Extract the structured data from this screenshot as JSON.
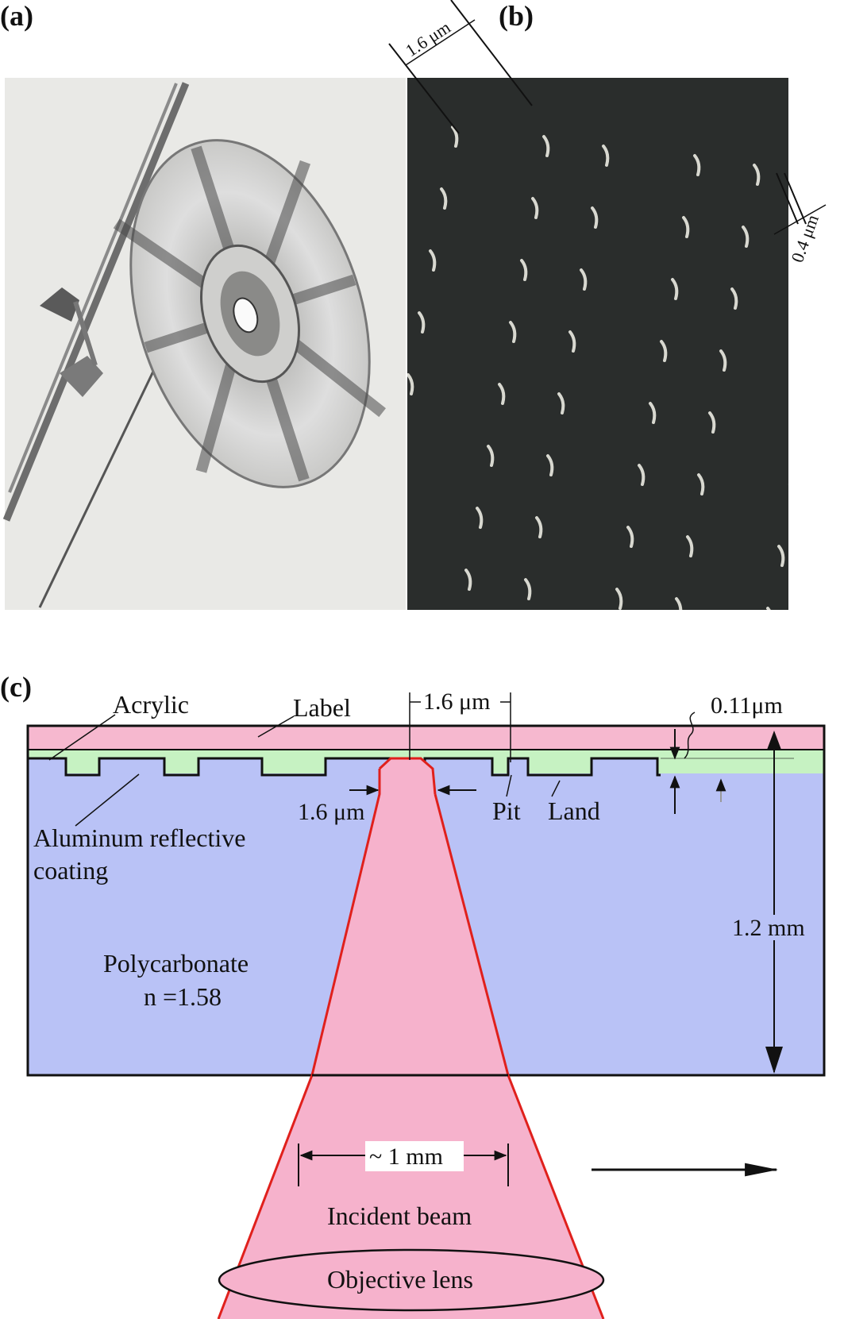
{
  "panels": {
    "a": {
      "letter": "(a)"
    },
    "b": {
      "letter": "(b)",
      "track_pitch": "1.6 μm",
      "pit_width": "0.4 μm"
    },
    "c": {
      "letter": "(c)",
      "labels": {
        "acrylic": "Acrylic",
        "label": "Label",
        "pitch": "1.6 μm",
        "pit_depth": "0.11μm",
        "spot": "1.6 μm",
        "pit": "Pit",
        "land": "Land",
        "aluminum_line1": "Aluminum reflective",
        "aluminum_line2": "coating",
        "thickness": "1.2 mm",
        "polycarbonate": "Polycarbonate",
        "index": "n =1.58",
        "beam_width": "~ 1 mm",
        "incident": "Incident beam",
        "lens": "Objective lens"
      }
    }
  },
  "colors": {
    "label_layer": "#f6b8cf",
    "acrylic_layer": "#c6f2c2",
    "polycarbonate": "#b9c2f6",
    "beam_fill": "#f6b2cc",
    "beam_edge": "#e0201c",
    "photo_a_bg": "#e9e9e6",
    "photo_b_bg": "#2a2d2c"
  }
}
